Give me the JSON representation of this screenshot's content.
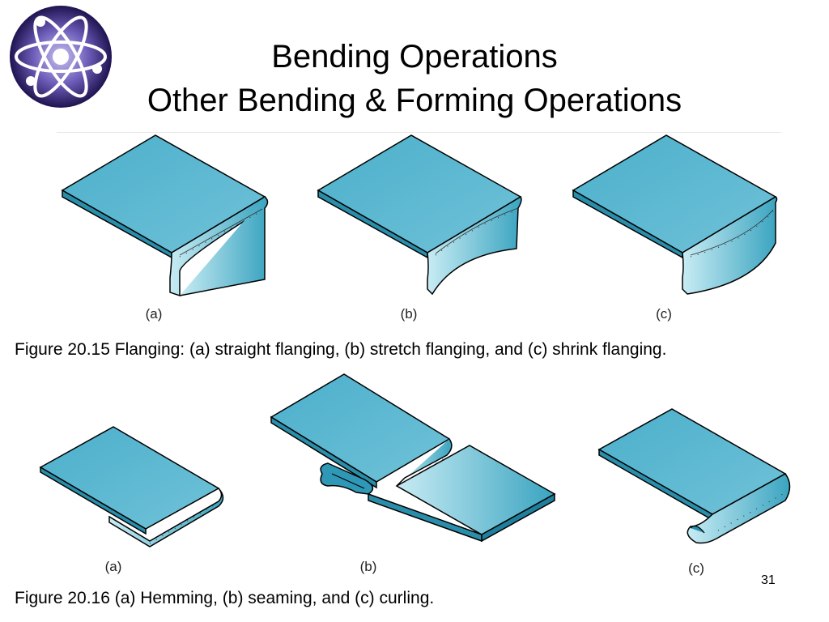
{
  "logo": {
    "icon": "atom-icon",
    "colors": {
      "ring": "#3a2a72",
      "orbit": "#ffffff",
      "glow": "#a99de0"
    }
  },
  "title": {
    "line1": "Bending Operations",
    "line2": "Other Bending & Forming Operations"
  },
  "figure_20_15": {
    "labels": [
      "(a)",
      "(b)",
      "(c)"
    ],
    "caption": "Figure 20.15 Flanging: (a) straight flanging, (b) stretch flanging, and (c) shrink flanging."
  },
  "figure_20_16": {
    "labels": [
      "(a)",
      "(b)",
      "(c)"
    ],
    "caption": "Figure 20.16 (a) Hemming, (b) seaming, and (c) curling."
  },
  "page_number": "31",
  "colors": {
    "metal_top": "#5fb7cf",
    "metal_front": "#2f98b6",
    "metal_light": "#c8ecf4",
    "outline": "#000000"
  }
}
